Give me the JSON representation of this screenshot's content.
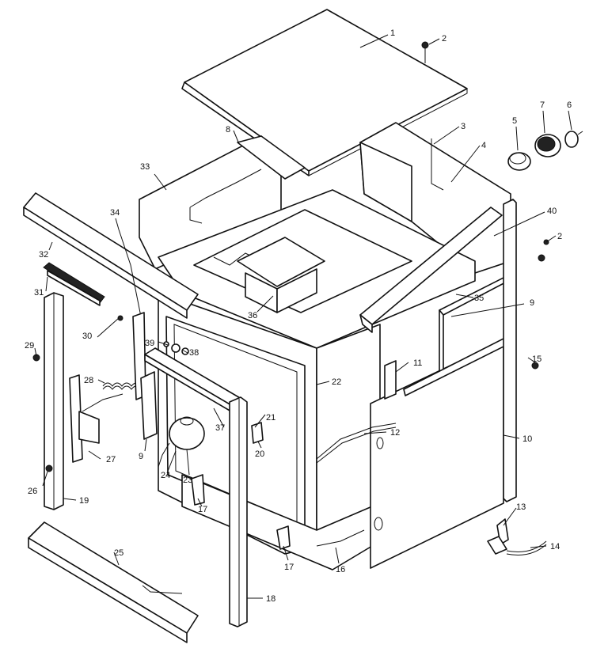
{
  "callouts": [
    {
      "id": "c1",
      "text": "1"
    },
    {
      "id": "c2a",
      "text": "2"
    },
    {
      "id": "c2b",
      "text": "2"
    },
    {
      "id": "c3",
      "text": "3"
    },
    {
      "id": "c4",
      "text": "4"
    },
    {
      "id": "c5",
      "text": "5"
    },
    {
      "id": "c6",
      "text": "6"
    },
    {
      "id": "c7",
      "text": "7"
    },
    {
      "id": "c8",
      "text": "8"
    },
    {
      "id": "c9a",
      "text": "9"
    },
    {
      "id": "c9b",
      "text": "9"
    },
    {
      "id": "c10",
      "text": "10"
    },
    {
      "id": "c11",
      "text": "11"
    },
    {
      "id": "c12",
      "text": "12"
    },
    {
      "id": "c13",
      "text": "13"
    },
    {
      "id": "c14",
      "text": "14"
    },
    {
      "id": "c15",
      "text": "15"
    },
    {
      "id": "c16",
      "text": "16"
    },
    {
      "id": "c17a",
      "text": "17"
    },
    {
      "id": "c17b",
      "text": "17"
    },
    {
      "id": "c18",
      "text": "18"
    },
    {
      "id": "c19",
      "text": "19"
    },
    {
      "id": "c20",
      "text": "20"
    },
    {
      "id": "c21",
      "text": "21"
    },
    {
      "id": "c22",
      "text": "22"
    },
    {
      "id": "c23",
      "text": "23"
    },
    {
      "id": "c24",
      "text": "24"
    },
    {
      "id": "c25",
      "text": "25"
    },
    {
      "id": "c26",
      "text": "26"
    },
    {
      "id": "c27",
      "text": "27"
    },
    {
      "id": "c28",
      "text": "28"
    },
    {
      "id": "c29",
      "text": "29"
    },
    {
      "id": "c30",
      "text": "30"
    },
    {
      "id": "c31",
      "text": "31"
    },
    {
      "id": "c32",
      "text": "32"
    },
    {
      "id": "c33",
      "text": "33"
    },
    {
      "id": "c34",
      "text": "34"
    },
    {
      "id": "c35",
      "text": "35"
    },
    {
      "id": "c36",
      "text": "36"
    },
    {
      "id": "c37",
      "text": "37"
    },
    {
      "id": "c38",
      "text": "38"
    },
    {
      "id": "c39",
      "text": "39"
    },
    {
      "id": "c40",
      "text": "40"
    }
  ]
}
